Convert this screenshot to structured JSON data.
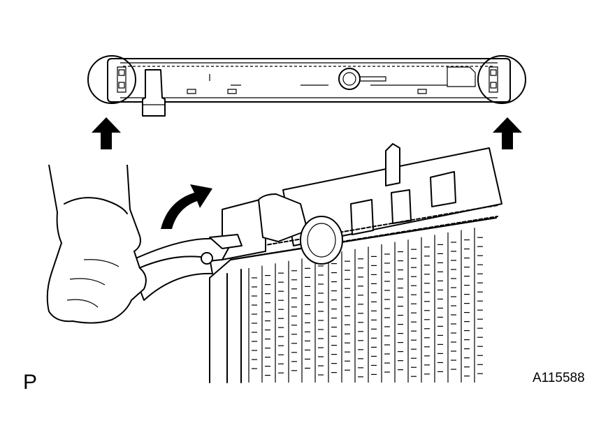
{
  "figure": {
    "view_label": "P",
    "figure_id": "A115588"
  },
  "illustration": {
    "subjects": [
      "radiator-tank-top-view",
      "radiator-core",
      "water-pump-pliers",
      "gloved-hand"
    ],
    "arrows": [
      "up-arrow-left",
      "up-arrow-right",
      "curved-rotation-arrow"
    ]
  }
}
